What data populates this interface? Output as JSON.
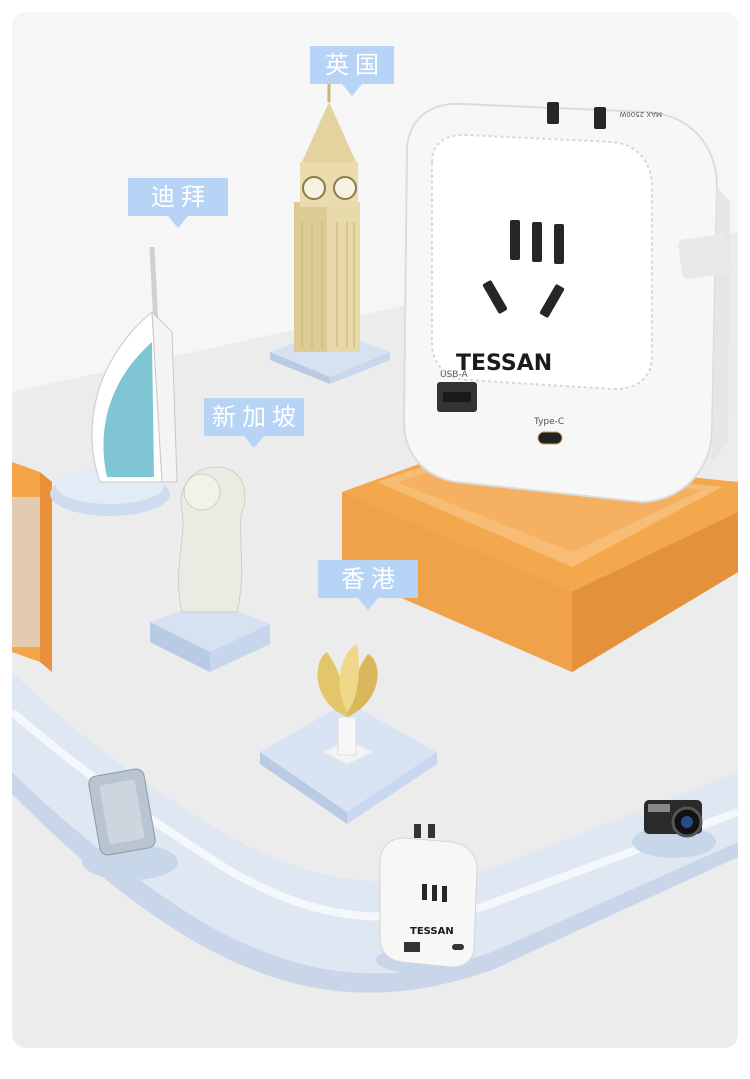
{
  "tags": {
    "uk": "英国",
    "dubai": "迪拜",
    "singapore": "新加坡",
    "hongkong": "香港"
  },
  "adapter_large": {
    "brand": "TESSAN",
    "usb_label": "USB-A",
    "typec_label": "Type-C",
    "rating": "MAX 2500W"
  },
  "adapter_small": {
    "brand": "TESSAN"
  },
  "colors": {
    "tag_blue": "#b7d4f6",
    "orange_base": "#f6b15a",
    "road": "#dfe7f3",
    "floor": "#ececec"
  },
  "icons": [
    "big-ben-icon",
    "burj-al-arab-icon",
    "merlion-icon",
    "bauhinia-icon",
    "suitcase-icon",
    "camera-icon",
    "travel-adapter-icon"
  ]
}
